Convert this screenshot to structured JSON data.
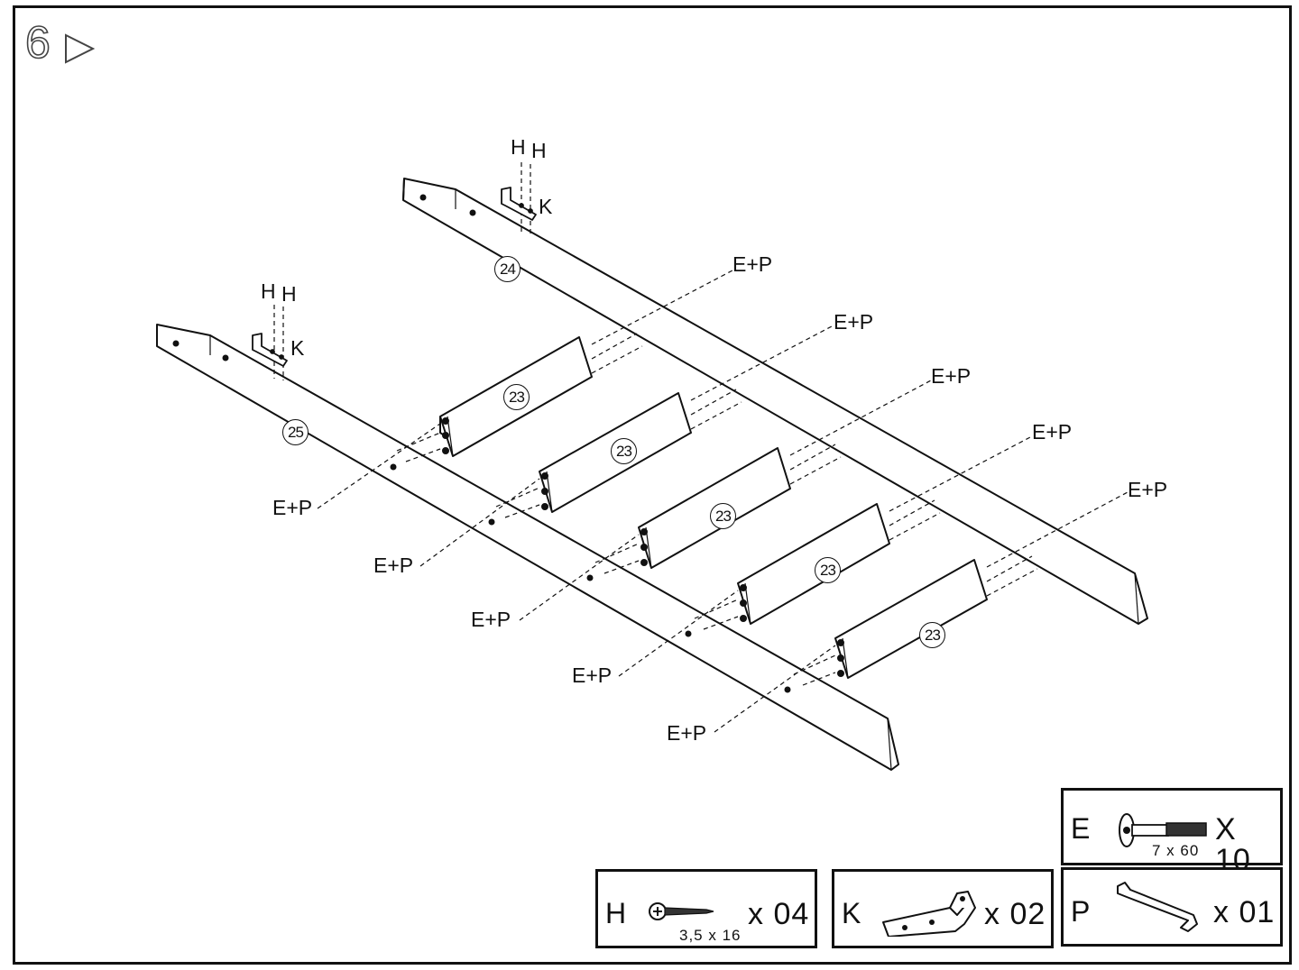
{
  "step": {
    "number": "6"
  },
  "part_numbers": {
    "long_rail_back": "24",
    "long_rail_front": "25",
    "slat": "23"
  },
  "labels": {
    "screw_h": "H",
    "bracket_k": "K",
    "ep": "E+P"
  },
  "hardware": [
    {
      "letter": "E",
      "size": "7 x 60",
      "qty": "X 10",
      "icon": "bolt-icon"
    },
    {
      "letter": "H",
      "size": "3,5 x 16",
      "qty": "x 04",
      "icon": "wood-screw-icon"
    },
    {
      "letter": "K",
      "size": "",
      "qty": "x 02",
      "icon": "bracket-icon"
    },
    {
      "letter": "P",
      "size": "",
      "qty": "x 01",
      "icon": "allen-key-icon"
    }
  ],
  "colors": {
    "line": "#111111",
    "background": "#ffffff"
  }
}
